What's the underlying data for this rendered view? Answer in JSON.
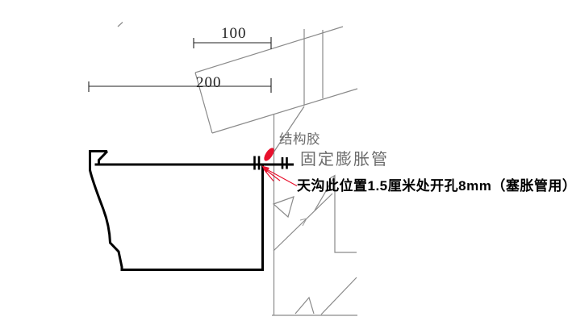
{
  "diagram": {
    "dimensions": {
      "d100": "100",
      "d200": "200"
    },
    "labels": {
      "structural_adhesive": "结构胶",
      "fix_expansion_anchor": "固定膨胀管",
      "drill_note": "天沟此位置1.5厘米处开孔8mm（塞胀管用）"
    },
    "colors": {
      "red": "#e8112d",
      "structure_gray": "#8a8a8a",
      "black": "#000000",
      "label_gray": "#6b6b6b",
      "background": "#ffffff"
    }
  }
}
